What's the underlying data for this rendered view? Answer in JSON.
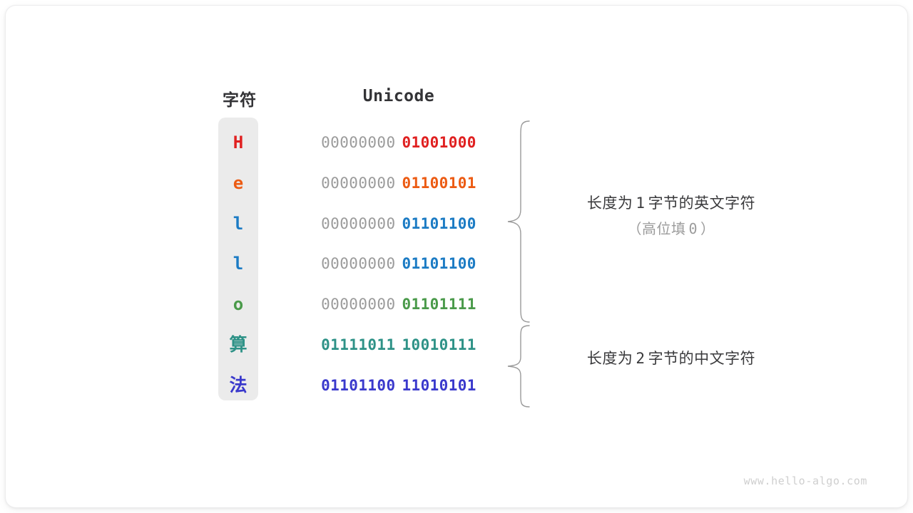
{
  "card": {
    "background": "#ffffff",
    "border_color": "#ececed"
  },
  "headers": {
    "character": "字符",
    "encoding": "Unicode"
  },
  "palette": {
    "red": "#E02020",
    "orange": "#EC5B13",
    "blue": "#1B7BC4",
    "green": "#4A9A4A",
    "teal": "#2E9287",
    "indigo": "#3A39CC",
    "gray_byte": "#9b9b9b",
    "panel_bg": "#ebebeb",
    "brace": "#9a9a9a",
    "note_text": "#3a3a3c",
    "note_sub_text": "#9b9b9b",
    "watermark": "#cfcfcf"
  },
  "rows": [
    {
      "char": "H",
      "color": "#E02020",
      "is_cjk": false,
      "byte_hi": "00000000",
      "byte_lo": "01001000",
      "hi_filled": false
    },
    {
      "char": "e",
      "color": "#EC5B13",
      "is_cjk": false,
      "byte_hi": "00000000",
      "byte_lo": "01100101",
      "hi_filled": false
    },
    {
      "char": "l",
      "color": "#1B7BC4",
      "is_cjk": false,
      "byte_hi": "00000000",
      "byte_lo": "01101100",
      "hi_filled": false
    },
    {
      "char": "l",
      "color": "#1B7BC4",
      "is_cjk": false,
      "byte_hi": "00000000",
      "byte_lo": "01101100",
      "hi_filled": false
    },
    {
      "char": "o",
      "color": "#4A9A4A",
      "is_cjk": false,
      "byte_hi": "00000000",
      "byte_lo": "01101111",
      "hi_filled": false
    },
    {
      "char": "算",
      "color": "#2E9287",
      "is_cjk": true,
      "byte_hi": "01111011",
      "byte_lo": "10010111",
      "hi_filled": true
    },
    {
      "char": "法",
      "color": "#3A39CC",
      "is_cjk": true,
      "byte_hi": "01101100",
      "byte_lo": "11010101",
      "hi_filled": true
    }
  ],
  "notes": [
    {
      "main_before": "长度为",
      "main_number": "1",
      "main_after": "字节的英文字符",
      "sub_before": "（高位填",
      "sub_number": "0",
      "sub_after": "）",
      "covers_rows": [
        0,
        1,
        2,
        3,
        4
      ]
    },
    {
      "main_before": "长度为",
      "main_number": "2",
      "main_after": "字节的中文字符",
      "sub_before": "",
      "sub_number": "",
      "sub_after": "",
      "covers_rows": [
        5,
        6
      ]
    }
  ],
  "watermark": "www.hello-algo.com"
}
